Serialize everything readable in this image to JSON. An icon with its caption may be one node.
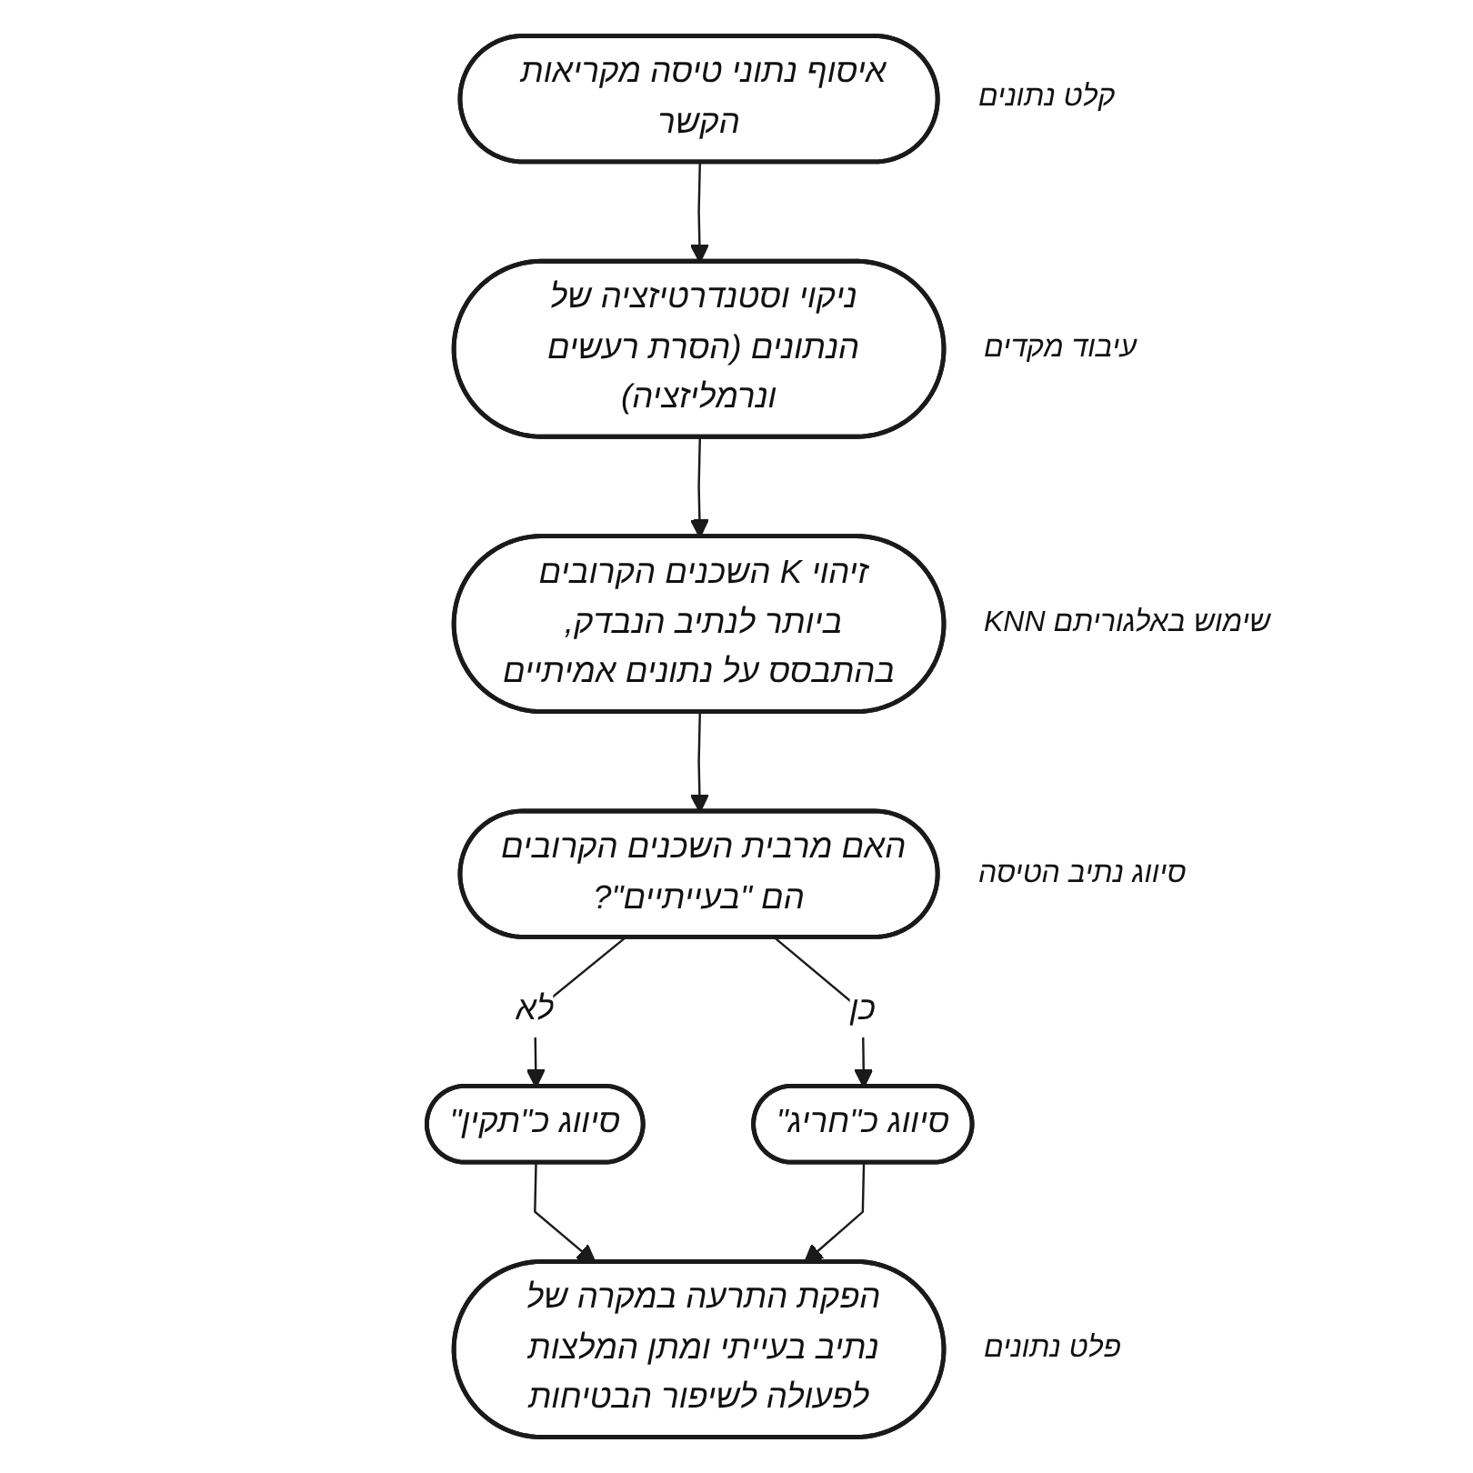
{
  "diagram": {
    "nodes": [
      {
        "text": [
          "איסוף נתוני טיסה מקריאות הקשר"
        ],
        "beside": [
          "קלט נתונים"
        ]
      },
      {
        "text": [
          "ניקוי וסטנדרטיזציה של הנתונים (הסרת רעשים ונרמליזציה)"
        ],
        "beside": [
          "עיבוד מקדים"
        ]
      },
      {
        "text": [
          "זיהוי K השכנים הקרובים ביותר לנתיב הנבדק, בהתבסס על נתונים אמיתיים"
        ],
        "beside": [
          "שימוש באלגוריתם KNN"
        ]
      },
      {
        "text": [
          "האם מרבית השכנים הקרובים הם \"בעייתיים\"?"
        ],
        "beside": [
          "סיווג נתיב הטיסה"
        ]
      },
      {
        "text": [
          "סיווג כ\"תקין\""
        ]
      },
      {
        "text": [
          "סיווג כ\"חריג\""
        ]
      },
      {
        "text": [
          "הפקת התרעה במקרה של נתיב בעייתי ומתן המלצות לפעולה לשיפור הבטיחות"
        ],
        "beside": [
          "פלט נתונים"
        ]
      }
    ],
    "edges": [
      {
        "from": 0,
        "to": 1,
        "arrow": "to"
      },
      {
        "from": 1,
        "to": 2,
        "arrow": "to"
      },
      {
        "from": 2,
        "to": 3,
        "arrow": "to"
      },
      {
        "from": 3,
        "to": 4,
        "arrow": "to",
        "label": "לא"
      },
      {
        "from": 3,
        "to": 5,
        "arrow": "to",
        "label": "כן"
      },
      {
        "from": 4,
        "to": 6,
        "arrow": "to"
      },
      {
        "from": 5,
        "to": 6,
        "arrow": "to"
      }
    ]
  }
}
